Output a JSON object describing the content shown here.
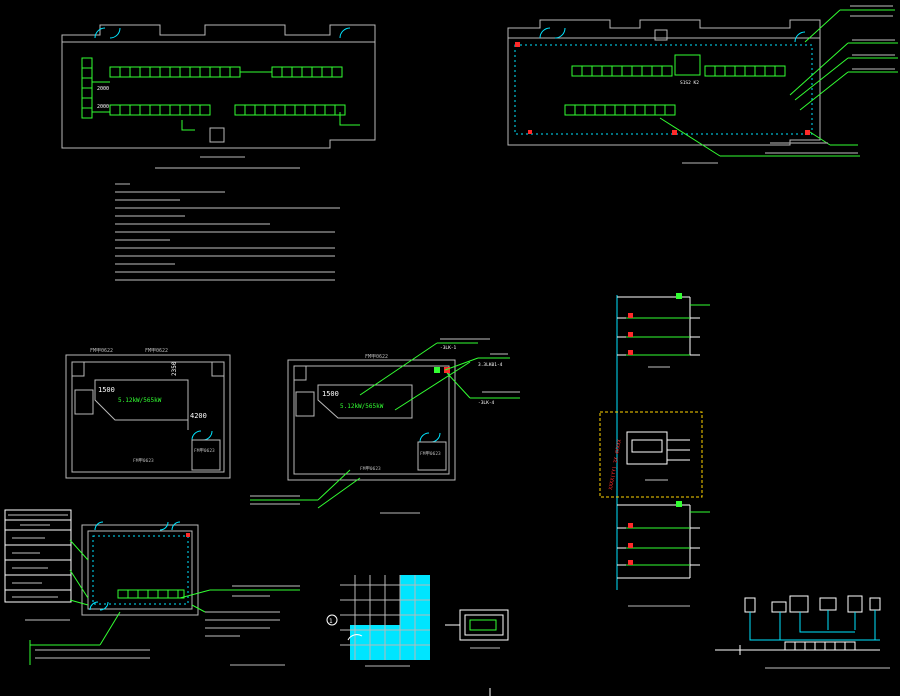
{
  "colors": {
    "background": "#000000",
    "wall": "#b9b9b9",
    "equipment": "#32ff32",
    "cyan": "#00e5ff",
    "white": "#ffffff",
    "red": "#ff2a2a",
    "yellow": "#ffd400",
    "blue": "#1e6bff"
  },
  "labels": {
    "plan_a_dim_top": "2000",
    "plan_a_dim_bottom": "2000",
    "plan_b_tag": "S1S2 K2",
    "plan_c_door_1": "FM甲0622",
    "plan_c_door_2": "FM甲0622",
    "plan_c_dim_1500": "1500",
    "plan_c_dim_2350": "2350",
    "plan_c_dim_4200": "4200",
    "plan_c_rack_rating": "5.12kW/565kW",
    "plan_c_door_bottom": "FM甲0623",
    "plan_c_door_side": "FM甲0623",
    "plan_d_door": "FM甲0622",
    "plan_d_dim_1500": "1500",
    "plan_d_rack_rating": "5.12kW/565kW",
    "plan_d_tag_a": "-3LK-1",
    "plan_d_tag_b": "-3LK-4",
    "plan_d_tag_c": "3.3LK01-4",
    "plan_d_door_bottom": "FM甲0623",
    "plan_d_door_side": "FM甲0623",
    "riser_vertical_note": "XXXX(YY) 3X 4XXXX",
    "section_grid_marker": "1"
  }
}
